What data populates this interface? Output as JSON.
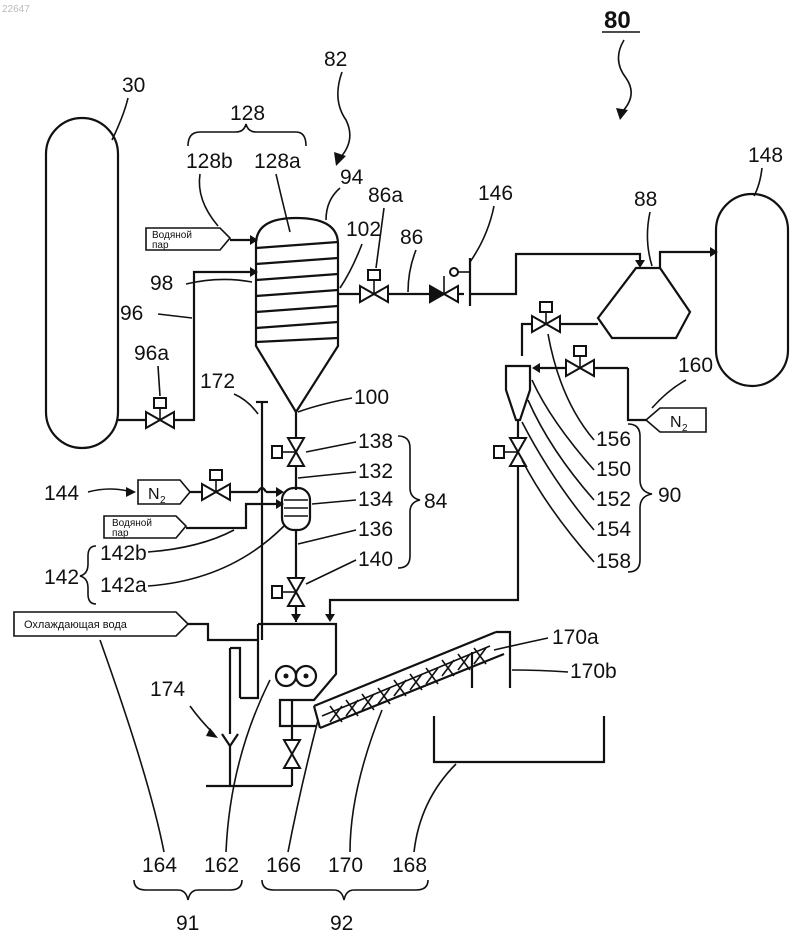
{
  "figure": {
    "watermark": "22647",
    "system_number": "80",
    "unit_82": "82"
  },
  "labels": {
    "l30": "30",
    "l128": "128",
    "l128b": "128b",
    "l128a": "128a",
    "l94": "94",
    "l86a": "86a",
    "l146": "146",
    "l88": "88",
    "l148": "148",
    "l102": "102",
    "l86": "86",
    "l98": "98",
    "l96": "96",
    "l96a": "96a",
    "l172": "172",
    "l100": "100",
    "l160": "160",
    "l138": "138",
    "l132": "132",
    "l134": "134",
    "l136": "136",
    "l140": "140",
    "l84": "84",
    "l144": "144",
    "l142": "142",
    "l142b": "142b",
    "l142a": "142a",
    "l156": "156",
    "l150": "150",
    "l152": "152",
    "l154": "154",
    "l158": "158",
    "l90": "90",
    "l170a": "170a",
    "l170b": "170b",
    "l174": "174",
    "l164": "164",
    "l162": "162",
    "l166": "166",
    "l170": "170",
    "l168": "168",
    "l91": "91",
    "l92": "92"
  },
  "tags": {
    "steam_top_line1": "Водяной",
    "steam_top_line2": "пар",
    "steam_mid_line1": "Водяной",
    "steam_mid_line2": "пар",
    "cooling_water": "Охлаждающая вода",
    "n2_left_main": "N",
    "n2_left_sub": "2",
    "n2_right_main": "N",
    "n2_right_sub": "2"
  }
}
